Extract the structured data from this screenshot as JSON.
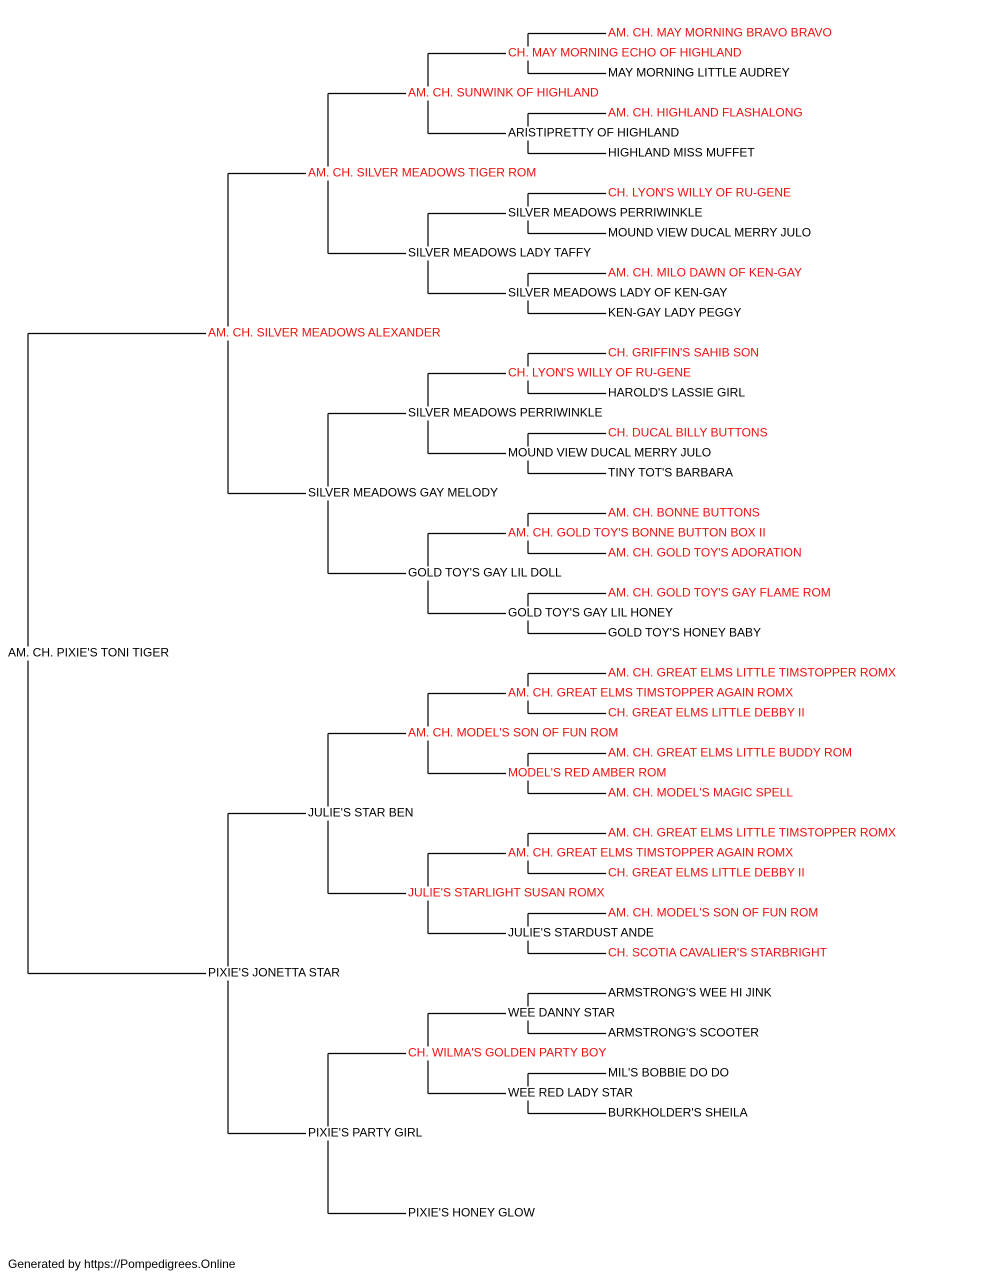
{
  "colors": {
    "champion": "#ee1111",
    "normal": "#000000",
    "line": "#000000"
  },
  "footer": "Generated by https://Pompedigrees.Online",
  "root": {
    "name": "AM. CH. PIXIE'S TONI TIGER",
    "champion": false,
    "sire": {
      "name": "AM. CH. SILVER MEADOWS ALEXANDER",
      "champion": true,
      "sire": {
        "name": "AM. CH. SILVER MEADOWS TIGER ROM",
        "champion": true,
        "sire": {
          "name": "AM. CH. SUNWINK OF HIGHLAND",
          "champion": true,
          "sire": {
            "name": "CH. MAY MORNING ECHO OF HIGHLAND",
            "champion": true,
            "sire": {
              "name": "AM. CH. MAY MORNING BRAVO BRAVO",
              "champion": true
            },
            "dam": {
              "name": "MAY MORNING LITTLE AUDREY",
              "champion": false
            }
          },
          "dam": {
            "name": "ARISTIPRETTY OF HIGHLAND",
            "champion": false,
            "sire": {
              "name": "AM. CH. HIGHLAND FLASHALONG",
              "champion": true
            },
            "dam": {
              "name": "HIGHLAND MISS MUFFET",
              "champion": false
            }
          }
        },
        "dam": {
          "name": "SILVER MEADOWS LADY TAFFY",
          "champion": false,
          "sire": {
            "name": "SILVER MEADOWS PERRIWINKLE",
            "champion": false,
            "sire": {
              "name": "CH. LYON'S WILLY OF RU-GENE",
              "champion": true
            },
            "dam": {
              "name": "MOUND VIEW DUCAL MERRY JULO",
              "champion": false
            }
          },
          "dam": {
            "name": "SILVER MEADOWS LADY OF KEN-GAY",
            "champion": false,
            "sire": {
              "name": "AM. CH. MILO DAWN OF KEN-GAY",
              "champion": true
            },
            "dam": {
              "name": "KEN-GAY LADY PEGGY",
              "champion": false
            }
          }
        }
      },
      "dam": {
        "name": "SILVER MEADOWS GAY MELODY",
        "champion": false,
        "sire": {
          "name": "SILVER MEADOWS PERRIWINKLE",
          "champion": false,
          "sire": {
            "name": "CH. LYON'S WILLY OF RU-GENE",
            "champion": true,
            "sire": {
              "name": "CH. GRIFFIN'S SAHIB SON",
              "champion": true
            },
            "dam": {
              "name": "HAROLD'S LASSIE GIRL",
              "champion": false
            }
          },
          "dam": {
            "name": "MOUND VIEW DUCAL MERRY JULO",
            "champion": false,
            "sire": {
              "name": "CH. DUCAL BILLY BUTTONS",
              "champion": true
            },
            "dam": {
              "name": "TINY TOT'S BARBARA",
              "champion": false
            }
          }
        },
        "dam": {
          "name": "GOLD TOY'S GAY LIL DOLL",
          "champion": false,
          "sire": {
            "name": "AM. CH. GOLD TOY'S BONNE BUTTON BOX II",
            "champion": true,
            "sire": {
              "name": "AM. CH. BONNE BUTTONS",
              "champion": true
            },
            "dam": {
              "name": "AM. CH. GOLD TOY'S ADORATION",
              "champion": true
            }
          },
          "dam": {
            "name": "GOLD TOY'S GAY LIL HONEY",
            "champion": false,
            "sire": {
              "name": "AM. CH. GOLD TOY'S GAY FLAME ROM",
              "champion": true
            },
            "dam": {
              "name": "GOLD TOY'S HONEY BABY",
              "champion": false
            }
          }
        }
      }
    },
    "dam": {
      "name": "PIXIE'S JONETTA STAR",
      "champion": false,
      "sire": {
        "name": "JULIE'S STAR BEN",
        "champion": false,
        "sire": {
          "name": "AM. CH. MODEL'S SON OF FUN ROM",
          "champion": true,
          "sire": {
            "name": "AM. CH. GREAT ELMS TIMSTOPPER AGAIN ROMX",
            "champion": true,
            "sire": {
              "name": "AM. CH. GREAT ELMS LITTLE TIMSTOPPER ROMX",
              "champion": true
            },
            "dam": {
              "name": "CH. GREAT ELMS LITTLE DEBBY II",
              "champion": true
            }
          },
          "dam": {
            "name": "MODEL'S RED AMBER ROM",
            "champion": true,
            "sire": {
              "name": "AM. CH. GREAT ELMS LITTLE BUDDY ROM",
              "champion": true
            },
            "dam": {
              "name": "AM. CH. MODEL'S MAGIC SPELL",
              "champion": true
            }
          }
        },
        "dam": {
          "name": "JULIE'S STARLIGHT SUSAN ROMX",
          "champion": true,
          "sire": {
            "name": "AM. CH. GREAT ELMS TIMSTOPPER AGAIN ROMX",
            "champion": true,
            "sire": {
              "name": "AM. CH. GREAT ELMS LITTLE TIMSTOPPER ROMX",
              "champion": true
            },
            "dam": {
              "name": "CH. GREAT ELMS LITTLE DEBBY II",
              "champion": true
            }
          },
          "dam": {
            "name": "JULIE'S STARDUST ANDE",
            "champion": false,
            "sire": {
              "name": "AM. CH. MODEL'S SON OF FUN ROM",
              "champion": true
            },
            "dam": {
              "name": "CH. SCOTIA CAVALIER'S STARBRIGHT",
              "champion": true
            }
          }
        }
      },
      "dam": {
        "name": "PIXIE'S PARTY GIRL",
        "champion": false,
        "sire": {
          "name": "CH. WILMA'S GOLDEN PARTY BOY",
          "champion": true,
          "sire": {
            "name": "WEE DANNY STAR",
            "champion": false,
            "sire": {
              "name": "ARMSTRONG'S WEE HI JINK",
              "champion": false
            },
            "dam": {
              "name": "ARMSTRONG'S SCOOTER",
              "champion": false
            }
          },
          "dam": {
            "name": "WEE RED LADY STAR",
            "champion": false,
            "sire": {
              "name": "MIL'S BOBBIE DO DO",
              "champion": false
            },
            "dam": {
              "name": "BURKHOLDER'S SHEILA",
              "champion": false
            }
          }
        },
        "dam": {
          "name": "PIXIE'S HONEY GLOW",
          "champion": false
        }
      }
    }
  }
}
